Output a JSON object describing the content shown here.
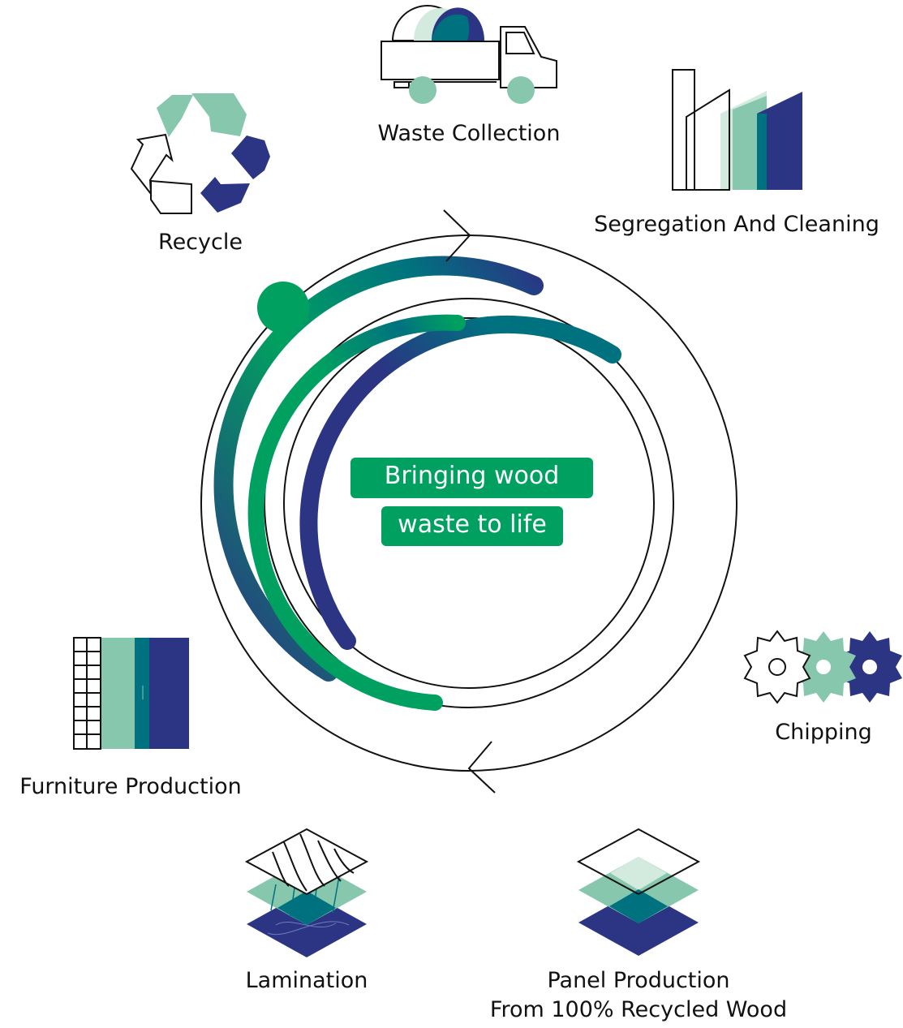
{
  "center": {
    "line1": "Bringing wood",
    "line2": "waste to life"
  },
  "steps": {
    "waste_collection": "Waste Collection",
    "segregation": "Segregation And Cleaning",
    "chipping": "Chipping",
    "panel_line1": "Panel Production",
    "panel_line2": "From 100% Recycled Wood",
    "lamination": "Lamination",
    "furniture": "Furniture Production",
    "recycle": "Recycle"
  },
  "colors": {
    "green": "#00a160",
    "navy": "#2b3584",
    "teal": "#00727f",
    "mint": "#86c7ad",
    "pale_mint": "#d3eadf",
    "outline": "#111111"
  },
  "icons": [
    "truck-icon",
    "buildings-icon",
    "gears-icon",
    "layers-icon",
    "laminate-layers-icon",
    "furniture-panel-icon",
    "recycle-icon"
  ]
}
